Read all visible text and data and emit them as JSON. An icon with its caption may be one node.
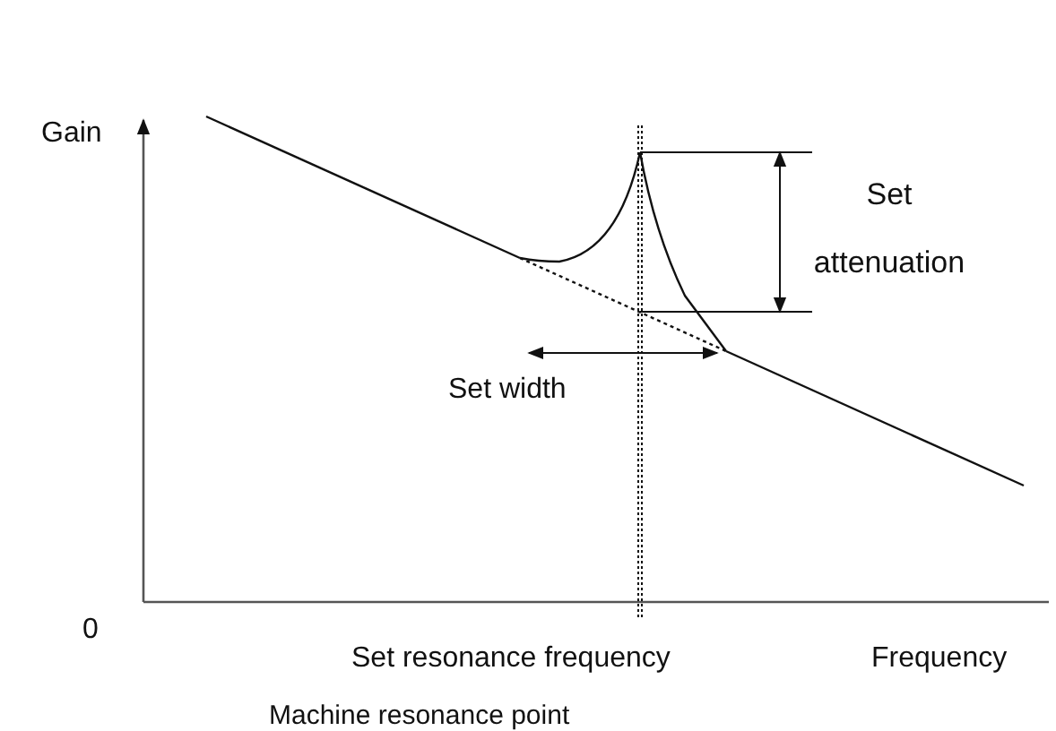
{
  "diagram": {
    "labels": [
      "Gain",
      "Set attenuation",
      "Set width",
      "0",
      "Set resonance frequency",
      "Frequency",
      "Machine resonance point"
    ]
  }
}
